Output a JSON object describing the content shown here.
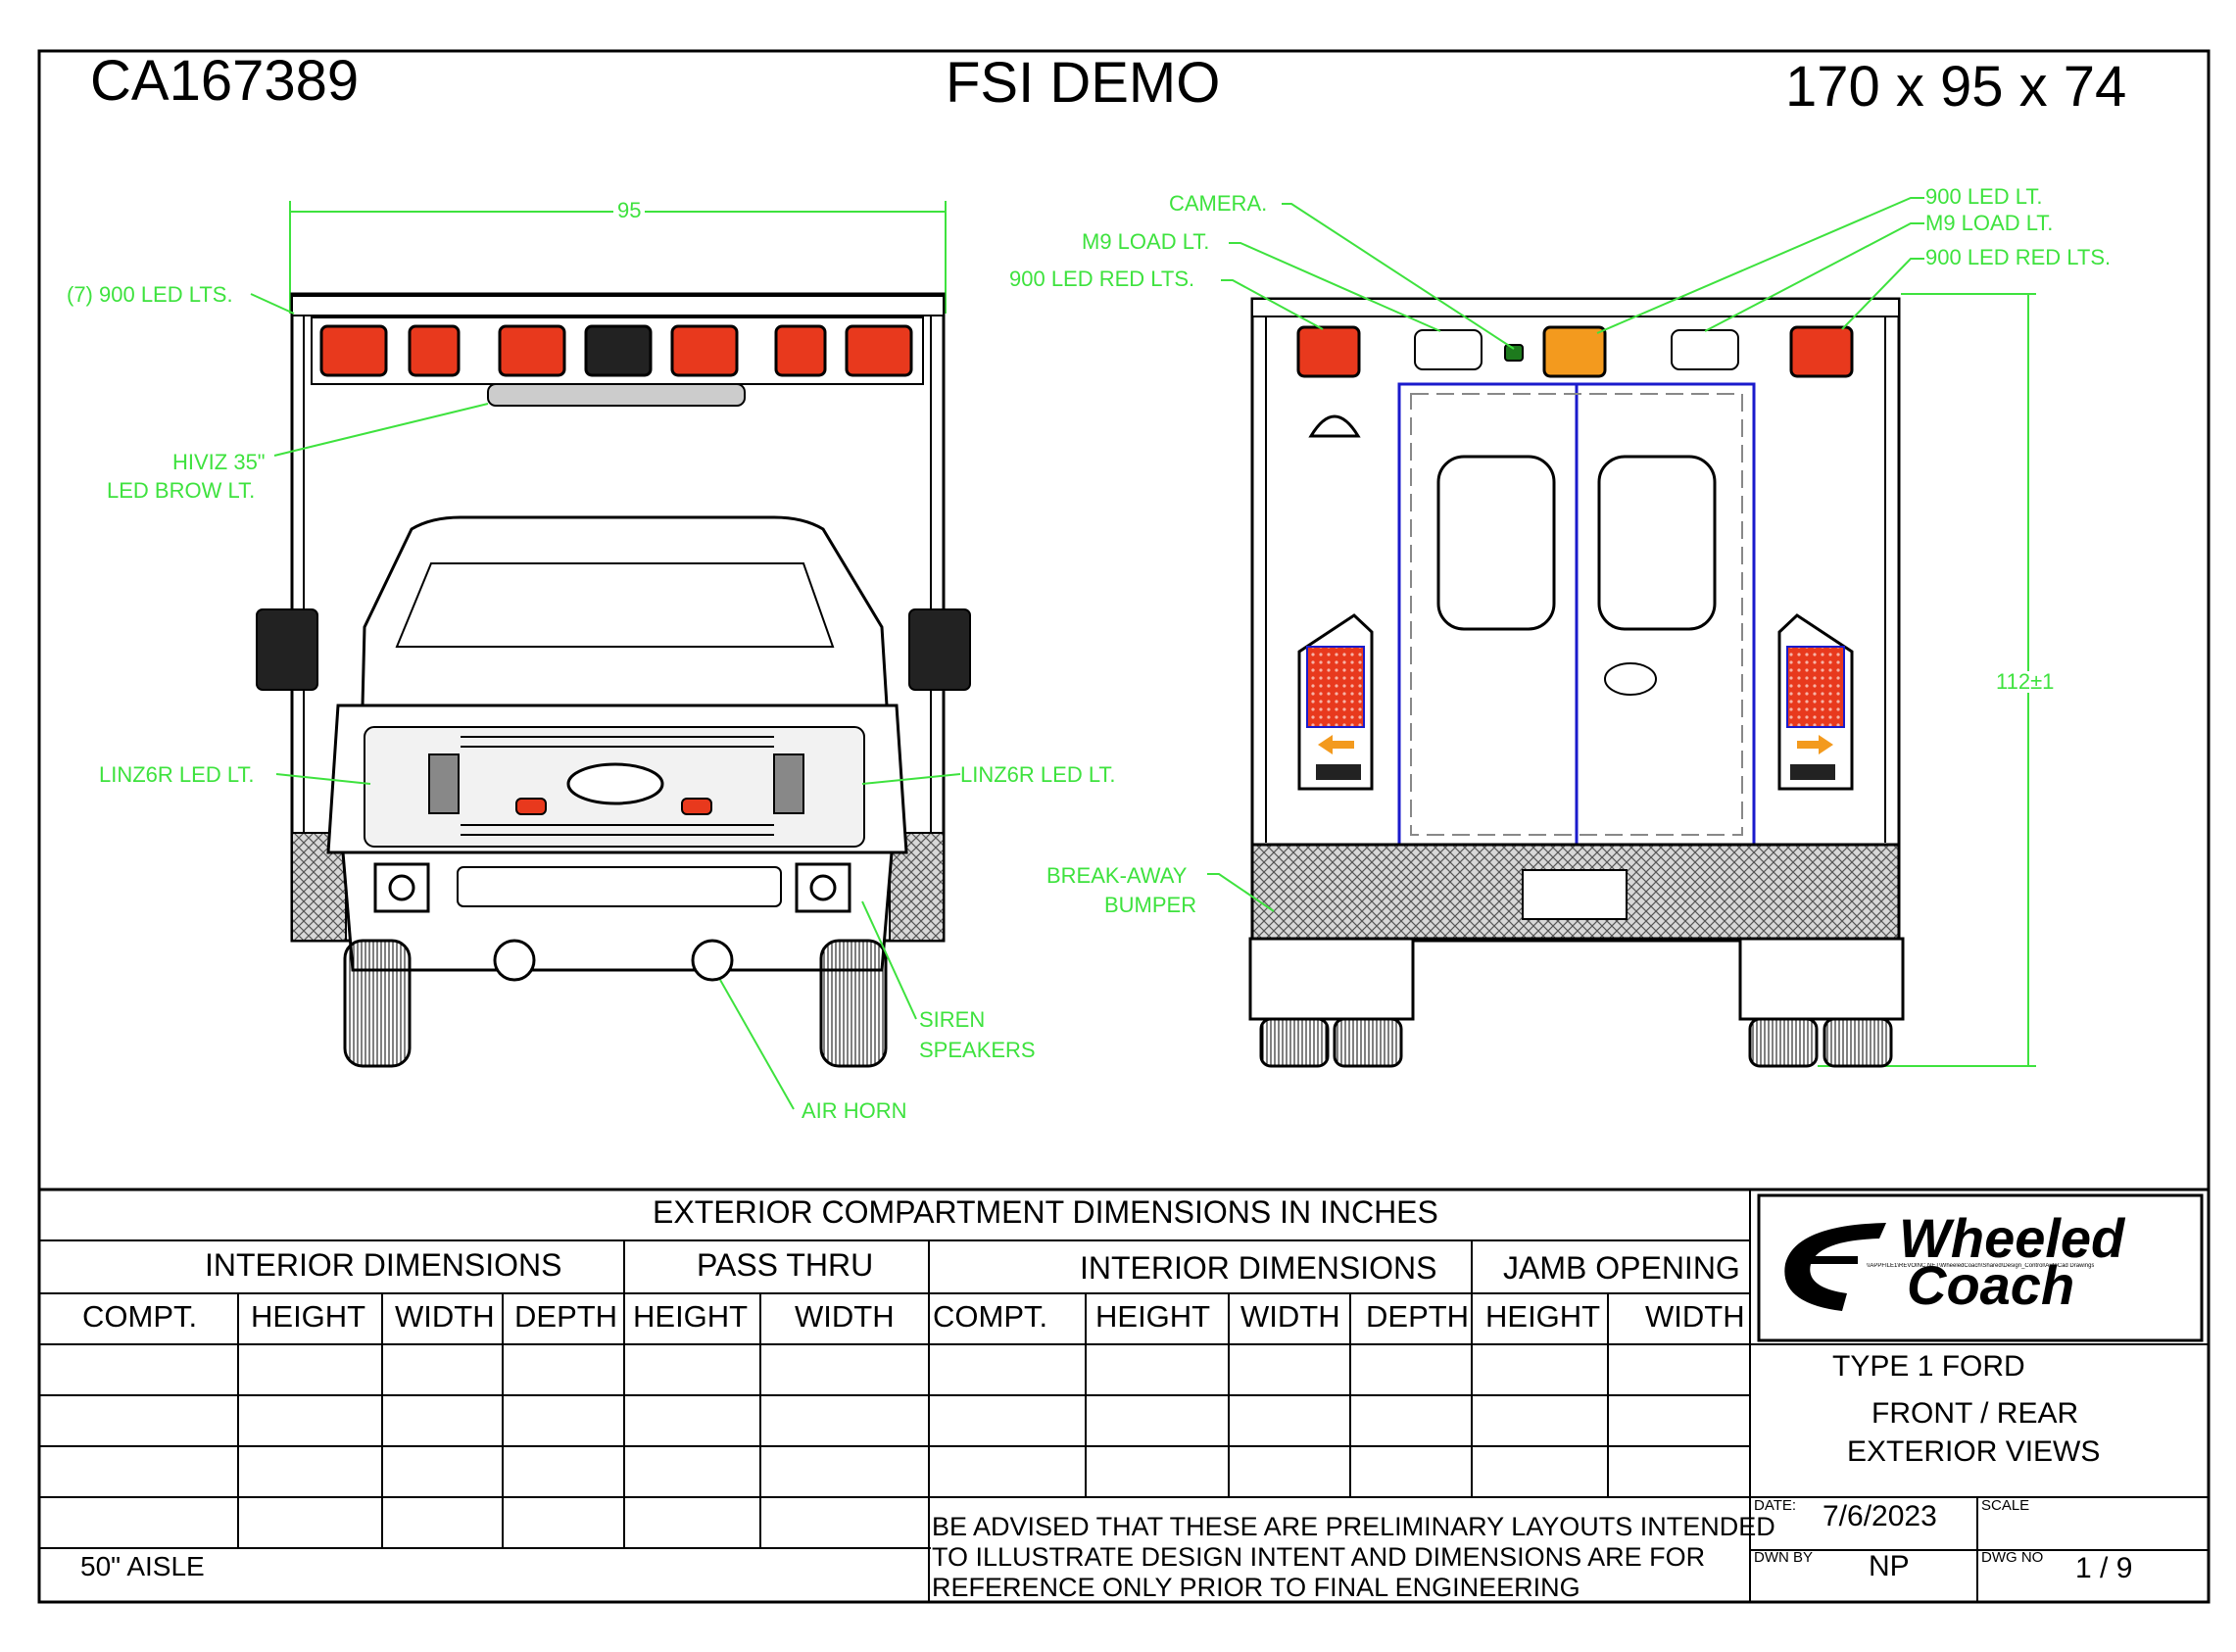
{
  "header": {
    "job_number": "CA167389",
    "project_name": "FSI DEMO",
    "body_size": "170 x 95 x 74"
  },
  "front_view": {
    "width_dimension": "95",
    "callouts": {
      "led_lights": "(7) 900 LED LTS.",
      "brow_light_1": "HIVIZ 35\"",
      "brow_light_2": "LED BROW LT.",
      "linz_left": "LINZ6R LED LT.",
      "linz_right": "LINZ6R LED LT.",
      "siren_1": "SIREN",
      "siren_2": "SPEAKERS",
      "air_horn": "AIR HORN"
    }
  },
  "rear_view": {
    "height_dimension": "112±1",
    "callouts": {
      "camera": "CAMERA.",
      "m9_load_left": "M9 LOAD LT.",
      "red_lts_left": "900 LED RED LTS.",
      "led_lt_right": "900 LED LT.",
      "m9_load_right": "M9 LOAD LT.",
      "red_lts_right": "900 LED RED LTS.",
      "bumper_1": "BREAK-AWAY",
      "bumper_2": "BUMPER"
    }
  },
  "table": {
    "title": "EXTERIOR COMPARTMENT DIMENSIONS IN INCHES",
    "left_group_1": "INTERIOR DIMENSIONS",
    "left_group_2": "PASS THRU",
    "right_group_1": "INTERIOR DIMENSIONS",
    "right_group_2": "JAMB OPENING",
    "columns_left": [
      "COMPT.",
      "HEIGHT",
      "WIDTH",
      "DEPTH",
      "HEIGHT",
      "WIDTH"
    ],
    "columns_right": [
      "COMPT.",
      "HEIGHT",
      "WIDTH",
      "DEPTH",
      "HEIGHT",
      "WIDTH"
    ],
    "aisle_note": "50\" AISLE",
    "disclaimer": [
      "BE ADVISED THAT THESE ARE PRELIMINARY LAYOUTS INTENDED",
      "TO ILLUSTRATE DESIGN INTENT AND DIMENSIONS  ARE FOR",
      "REFERENCE ONLY PRIOR TO FINAL ENGINEERING"
    ]
  },
  "title_block": {
    "logo_line_1": "Wheeled",
    "logo_line_2": "Coach",
    "logo_path": "\\\\APPFILE1\\REVOINC.NET\\WheeledCoach\\Shared\\Design_Control\\AutoCad Drawings\\Wheeled Coach Logo\\Wheeled Coach_blue_tag.jpg",
    "chassis": "TYPE 1 FORD",
    "view_line_1": "FRONT / REAR",
    "view_line_2": "EXTERIOR VIEWS",
    "date_label": "DATE:",
    "date_value": "7/6/2023",
    "scale_label": "SCALE",
    "drawn_by_label": "DWN BY",
    "drawn_by_value": "NP",
    "dwg_no_label": "DWG NO",
    "dwg_no_value": "1 / 9"
  },
  "colors": {
    "callout_green": "#3ee23e",
    "light_red": "#e8391d",
    "light_amber": "#f39a1e",
    "door_outline_blue": "#1a1acc"
  }
}
